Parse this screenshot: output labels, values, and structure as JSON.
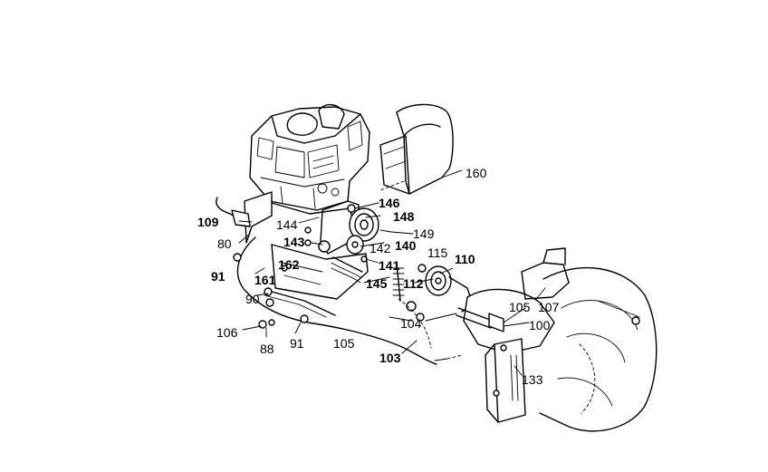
{
  "diagram": {
    "labels": [
      {
        "id": "160",
        "text": "160",
        "bold": false
      },
      {
        "id": "146",
        "text": "146",
        "bold": true
      },
      {
        "id": "148",
        "text": "148",
        "bold": true
      },
      {
        "id": "109",
        "text": "109",
        "bold": true
      },
      {
        "id": "144",
        "text": "144",
        "bold": false
      },
      {
        "id": "149",
        "text": "149",
        "bold": false
      },
      {
        "id": "80",
        "text": "80",
        "bold": false
      },
      {
        "id": "143",
        "text": "143",
        "bold": true
      },
      {
        "id": "142",
        "text": "142",
        "bold": false
      },
      {
        "id": "140",
        "text": "140",
        "bold": true
      },
      {
        "id": "115",
        "text": "115",
        "bold": false
      },
      {
        "id": "91a",
        "text": "91",
        "bold": true
      },
      {
        "id": "161",
        "text": "161",
        "bold": true
      },
      {
        "id": "162",
        "text": "162",
        "bold": true
      },
      {
        "id": "141",
        "text": "141",
        "bold": true
      },
      {
        "id": "110",
        "text": "110",
        "bold": true
      },
      {
        "id": "145",
        "text": "145",
        "bold": true
      },
      {
        "id": "112",
        "text": "112",
        "bold": true
      },
      {
        "id": "90",
        "text": "90",
        "bold": false
      },
      {
        "id": "105a",
        "text": "105",
        "bold": false
      },
      {
        "id": "107",
        "text": "107",
        "bold": false
      },
      {
        "id": "104",
        "text": "104",
        "bold": false
      },
      {
        "id": "100",
        "text": "100",
        "bold": false
      },
      {
        "id": "106",
        "text": "106",
        "bold": false
      },
      {
        "id": "91b",
        "text": "91",
        "bold": false
      },
      {
        "id": "105b",
        "text": "105",
        "bold": false
      },
      {
        "id": "88",
        "text": "88",
        "bold": false
      },
      {
        "id": "103",
        "text": "103",
        "bold": true
      },
      {
        "id": "133",
        "text": "133",
        "bold": false
      }
    ]
  }
}
